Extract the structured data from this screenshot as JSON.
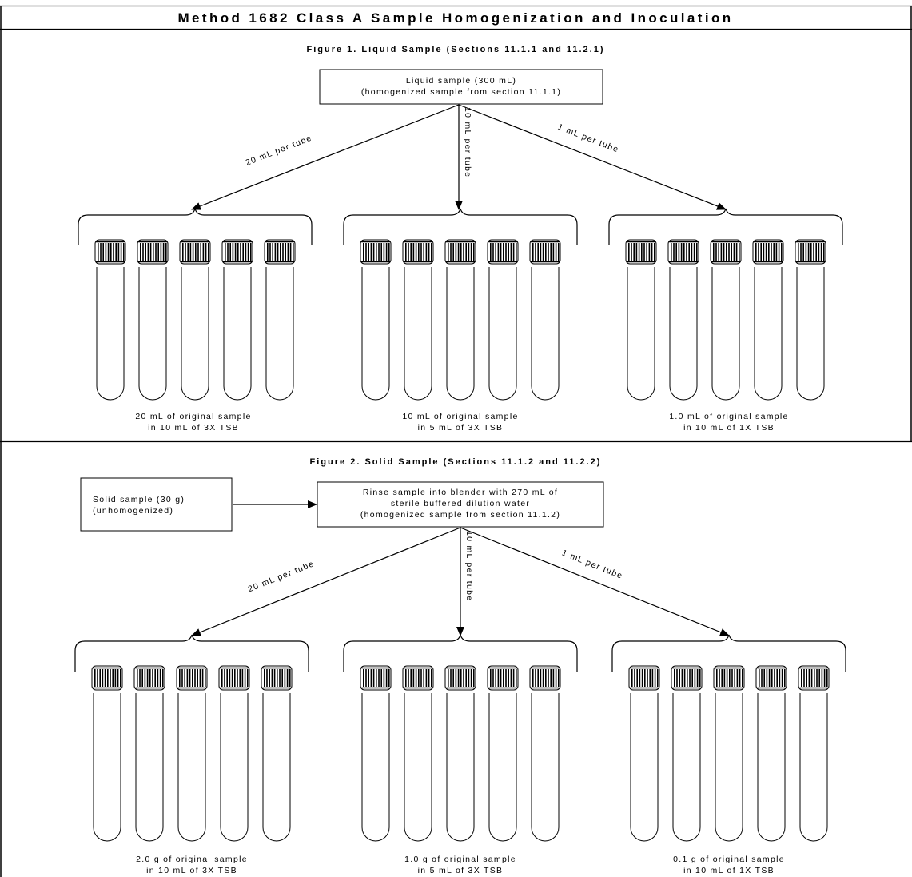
{
  "title": "Method 1682 Class A Sample Homogenization and Inoculation",
  "figure1": {
    "title": "Figure 1. Liquid Sample (Sections 11.1.1 and 11.2.1)",
    "source_box": [
      "Liquid sample (300 mL)",
      "(homogenized sample from section 11.1.1)"
    ],
    "arrows": {
      "left": "20 mL per tube",
      "middle": "10 mL per tube",
      "right": "1 mL per tube"
    },
    "groups": [
      {
        "line1": "20 mL of original sample",
        "line2": "in 10 mL of 3X TSB",
        "tubes": 5
      },
      {
        "line1": "10 mL of original sample",
        "line2": "in 5 mL of 3X TSB",
        "tubes": 5
      },
      {
        "line1": "1.0 mL of original sample",
        "line2": "in 10 mL of 1X TSB",
        "tubes": 5
      }
    ]
  },
  "figure2": {
    "title": "Figure 2. Solid Sample (Sections 11.1.2 and 11.2.2)",
    "input_box": [
      "Solid sample (30 g)",
      "(unhomogenized)"
    ],
    "source_box": [
      "Rinse sample into blender with 270 mL of",
      "sterile buffered dilution water",
      "(homogenized sample from section 11.1.2)"
    ],
    "arrows": {
      "left": "20 mL per tube",
      "middle": "10 mL per tube",
      "right": "1 mL per tube"
    },
    "groups": [
      {
        "line1": "2.0 g of original sample",
        "line2": "in 10 mL of 3X TSB",
        "tubes": 5
      },
      {
        "line1": "1.0 g of original sample",
        "line2": "in 5 mL of 3X TSB",
        "tubes": 5
      },
      {
        "line1": "0.1 g of original sample",
        "line2": "in 10 mL of 1X TSB",
        "tubes": 5
      }
    ]
  }
}
